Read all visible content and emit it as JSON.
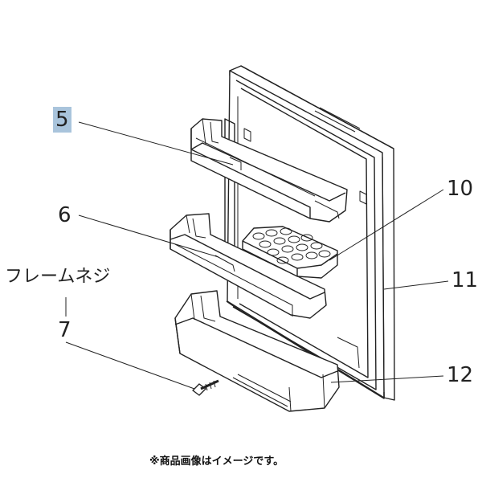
{
  "callouts": {
    "part5": "5",
    "part6": "6",
    "frame_screw_label": "フレームネジ",
    "part7": "7",
    "part10": "10",
    "part11": "11",
    "part12": "12"
  },
  "footnote": "※商品画像はイメージです。",
  "colors": {
    "highlight": "#a9c4dc",
    "line": "#222222"
  }
}
